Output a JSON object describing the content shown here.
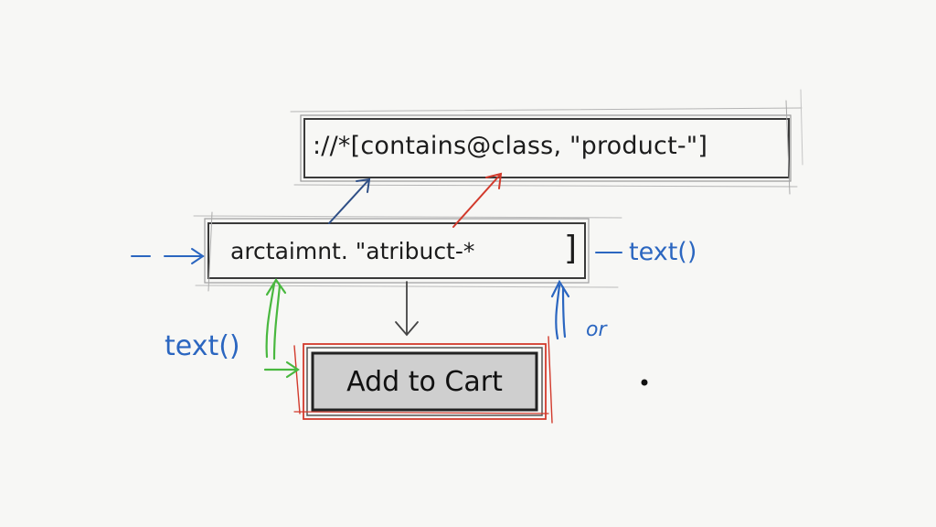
{
  "diagram": {
    "xpath_expression": "://*[contains@class,  \"product-\"]",
    "attribute_expression": "arctaimnt. \"atribuct-*",
    "attribute_closing_bracket": "]",
    "right_annotation": "text()",
    "left_annotation": "text()",
    "or_annotation": "or",
    "button_label": "Add to Cart"
  },
  "colors": {
    "background": "#f7f7f5",
    "ink": "#1c1c1c",
    "pencil_gray": "#777777",
    "blue": "#2b66c0",
    "red": "#d23a2c",
    "green": "#49b83f",
    "button_fill": "#cfcfcf"
  },
  "icons": [
    "arrow-right-icon",
    "arrow-up-icon",
    "arrow-down-icon",
    "dot-icon"
  ]
}
